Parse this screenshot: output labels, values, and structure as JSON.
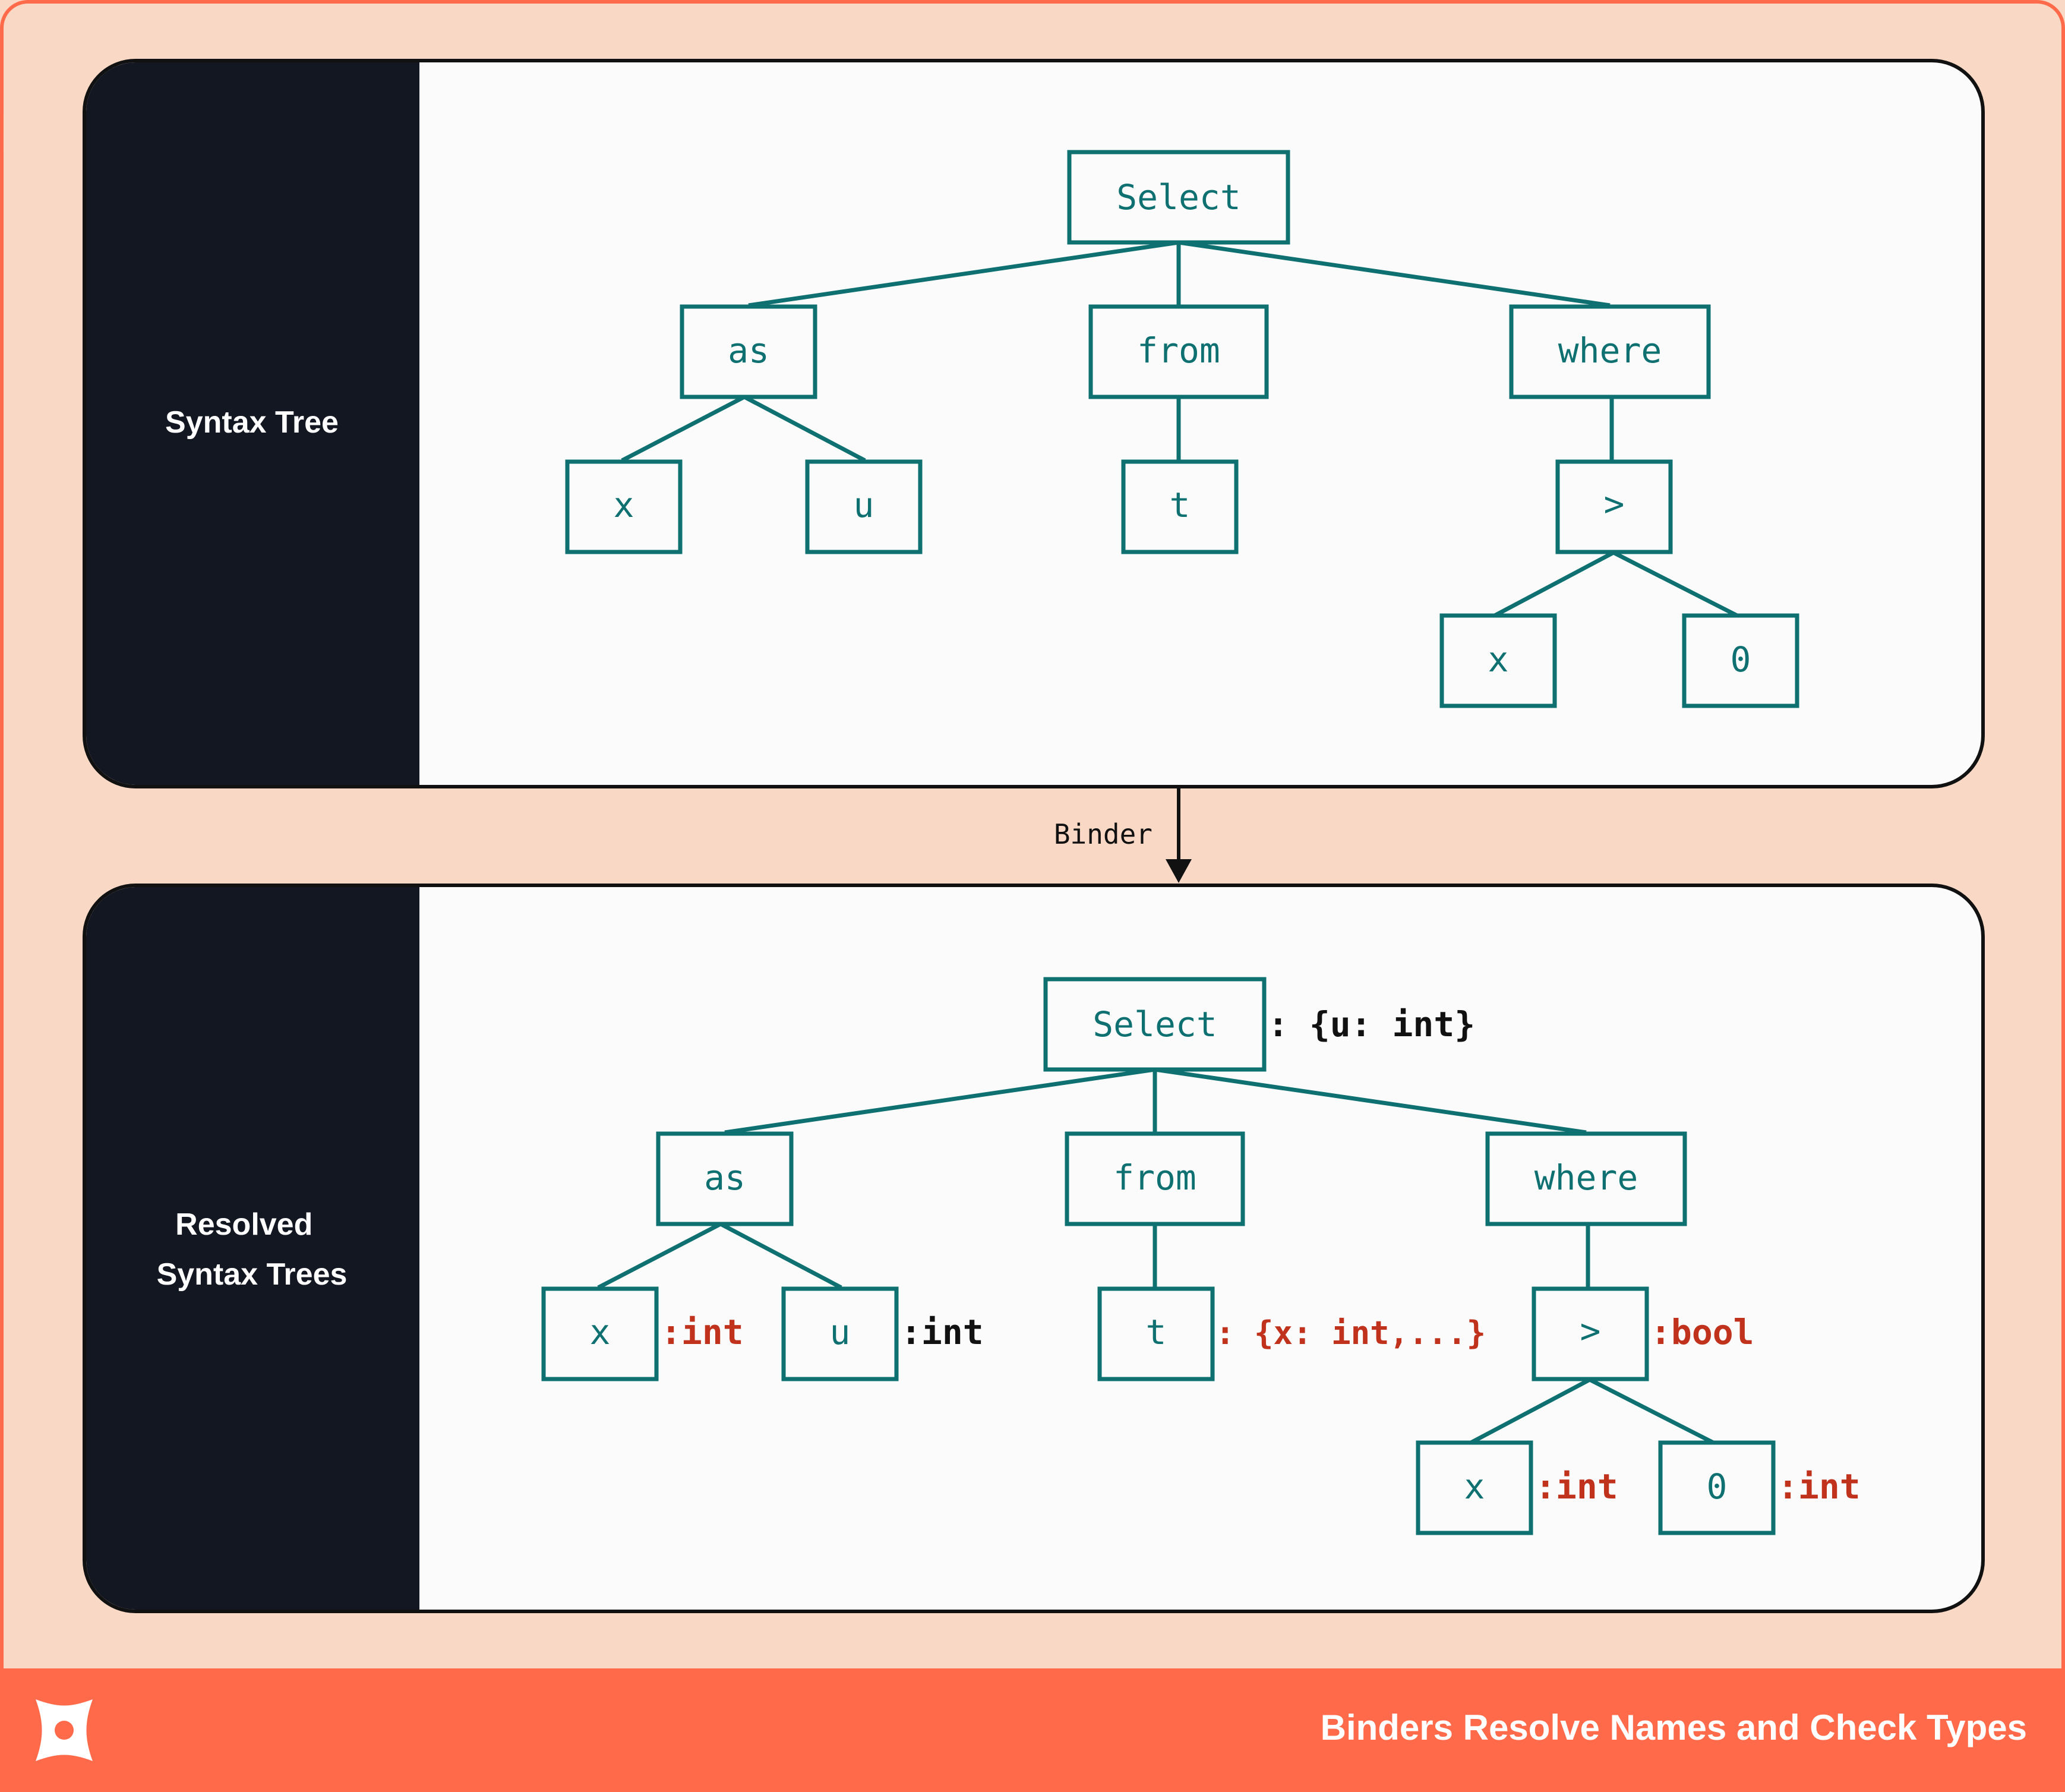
{
  "colors": {
    "page_bg": "#f9d9c5",
    "border": "#ff6b4a",
    "footer_bg": "#ff6b4a",
    "panel_dark": "#131722",
    "panel_light": "#fbfbfb",
    "node": "#0e7070",
    "type_red": "#c0321b",
    "type_black": "#111111"
  },
  "top_panel": {
    "label_lines": [
      "Syntax Tree"
    ],
    "nodes": {
      "select": "Select",
      "as": "as",
      "from": "from",
      "where": "where",
      "x1": "x",
      "u": "u",
      "t": "t",
      "gt": ">",
      "x2": "x",
      "zero": "0"
    }
  },
  "arrow": {
    "label": "Binder"
  },
  "bottom_panel": {
    "label_lines": [
      "Resolved",
      "Syntax Trees"
    ],
    "nodes": {
      "select": "Select",
      "as": "as",
      "from": "from",
      "where": "where",
      "x1": "x",
      "u": "u",
      "t": "t",
      "gt": ">",
      "x2": "x",
      "zero": "0"
    },
    "annotations": {
      "select": ": {u: int}",
      "x1": ":int",
      "u": ":int",
      "t": ": {x: int,...}",
      "gt": ":bool",
      "x2": ":int",
      "zero": ":int"
    }
  },
  "footer": {
    "title": "Binders Resolve Names and Check Types",
    "logo_icon": "x-logo-icon"
  }
}
